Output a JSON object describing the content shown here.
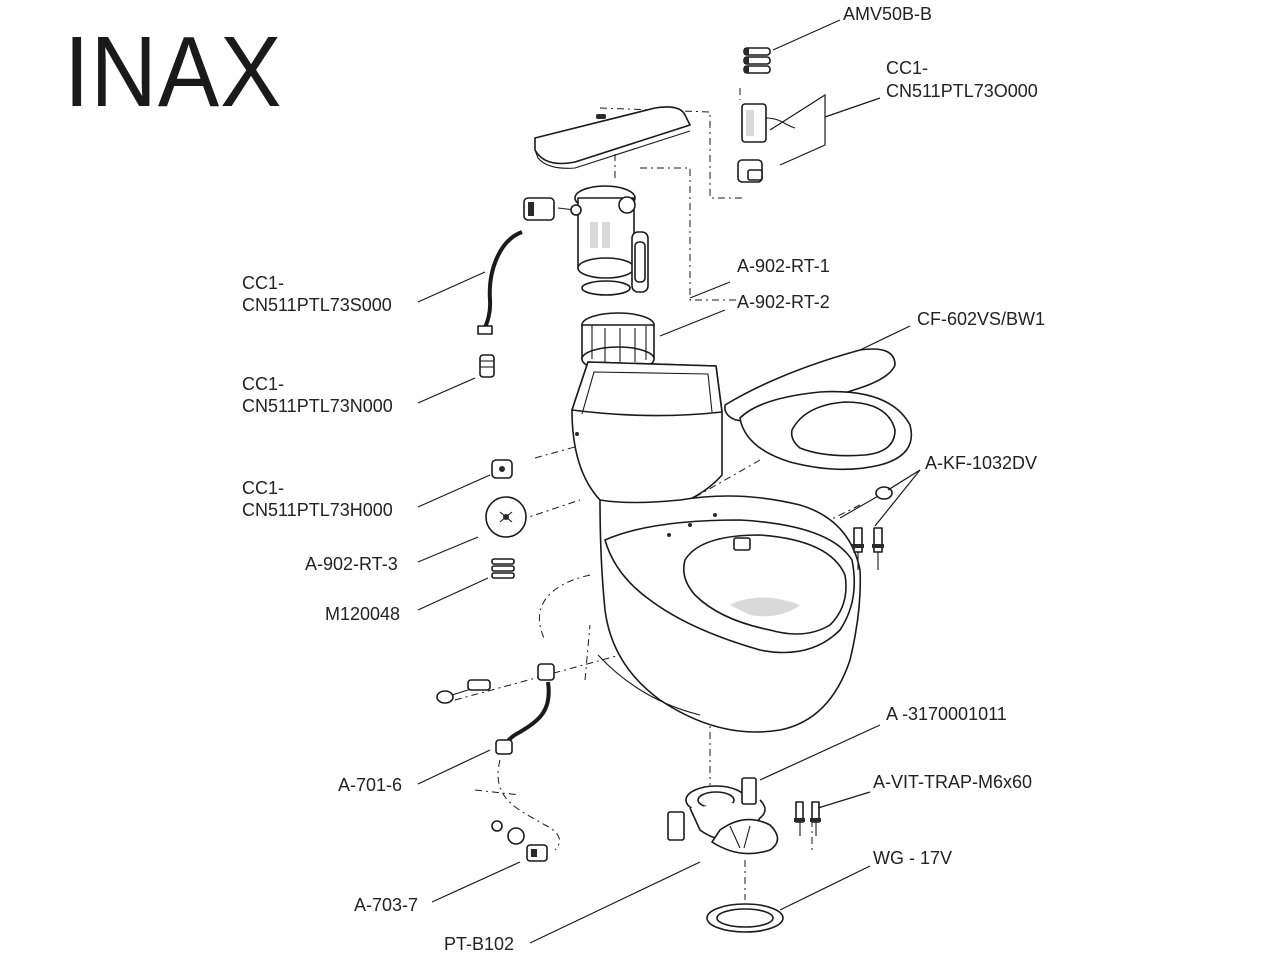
{
  "brand": {
    "name": "INAX"
  },
  "parts": {
    "amv50b": "AMV50B-B",
    "cc1_o_line1": "CC1-",
    "cc1_o_line2": "CN511PTL73O000",
    "rt1": "A-902-RT-1",
    "rt2": "A-902-RT-2",
    "cf602": "CF-602VS/BW1",
    "cc1_s_line1": "CC1-",
    "cc1_s_line2": "CN511PTL73S000",
    "cc1_n_line1": "CC1-",
    "cc1_n_line2": "CN511PTL73N000",
    "cc1_h_line1": "CC1-",
    "cc1_h_line2": "CN511PTL73H000",
    "kf1032": "A-KF-1032DV",
    "rt3": "A-902-RT-3",
    "m120048": "M120048",
    "a3170": "A -3170001011",
    "a701": "A-701-6",
    "vittrap": "A-VIT-TRAP-M6x60",
    "wg17v": "WG - 17V",
    "a703": "A-703-7",
    "ptb102": "PT-B102"
  },
  "icons": {
    "bowl": "toilet-bowl-icon",
    "tank_lid": "tank-lid-icon",
    "seat": "toilet-seat-icon",
    "flush_valve": "flush-valve-icon",
    "fill_valve": "fill-valve-icon",
    "hose": "water-hose-icon",
    "trap_adapter": "trap-adapter-icon",
    "gasket": "wax-ring-icon"
  }
}
